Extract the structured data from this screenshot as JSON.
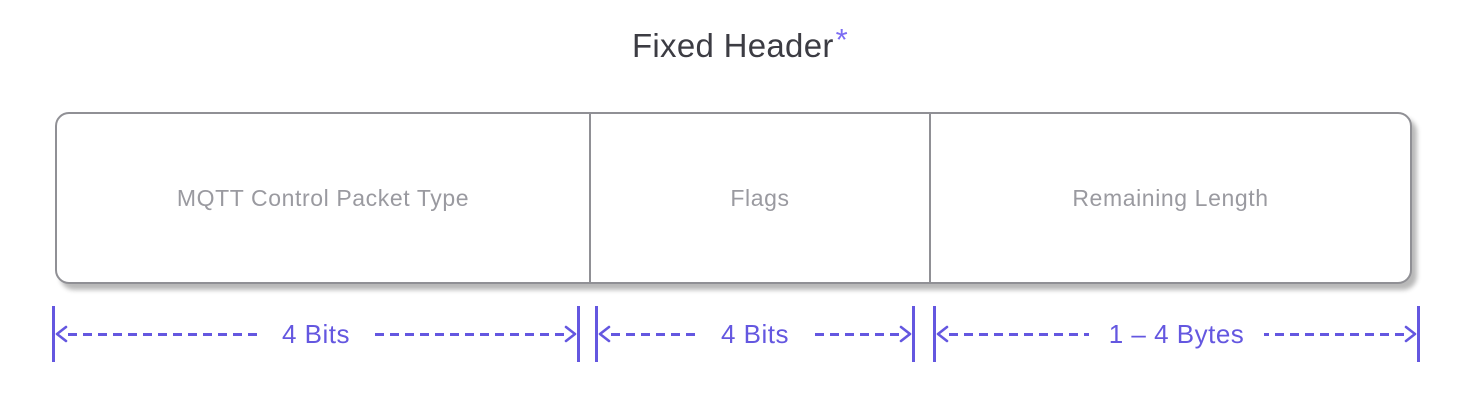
{
  "title": {
    "text": "Fixed Header",
    "superscript": "*"
  },
  "colors": {
    "accent": "#6457e0",
    "asterisk": "#7b6cf3",
    "box_border": "#909095",
    "box_text": "#9a9aa0",
    "title_text": "#3c3c43"
  },
  "fixed_header": {
    "sections": [
      {
        "label": "MQTT Control Packet Type",
        "size": "4 Bits"
      },
      {
        "label": "Flags",
        "size": "4 Bits"
      },
      {
        "label": "Remaining Length",
        "size": "1 – 4 Bytes"
      }
    ]
  }
}
